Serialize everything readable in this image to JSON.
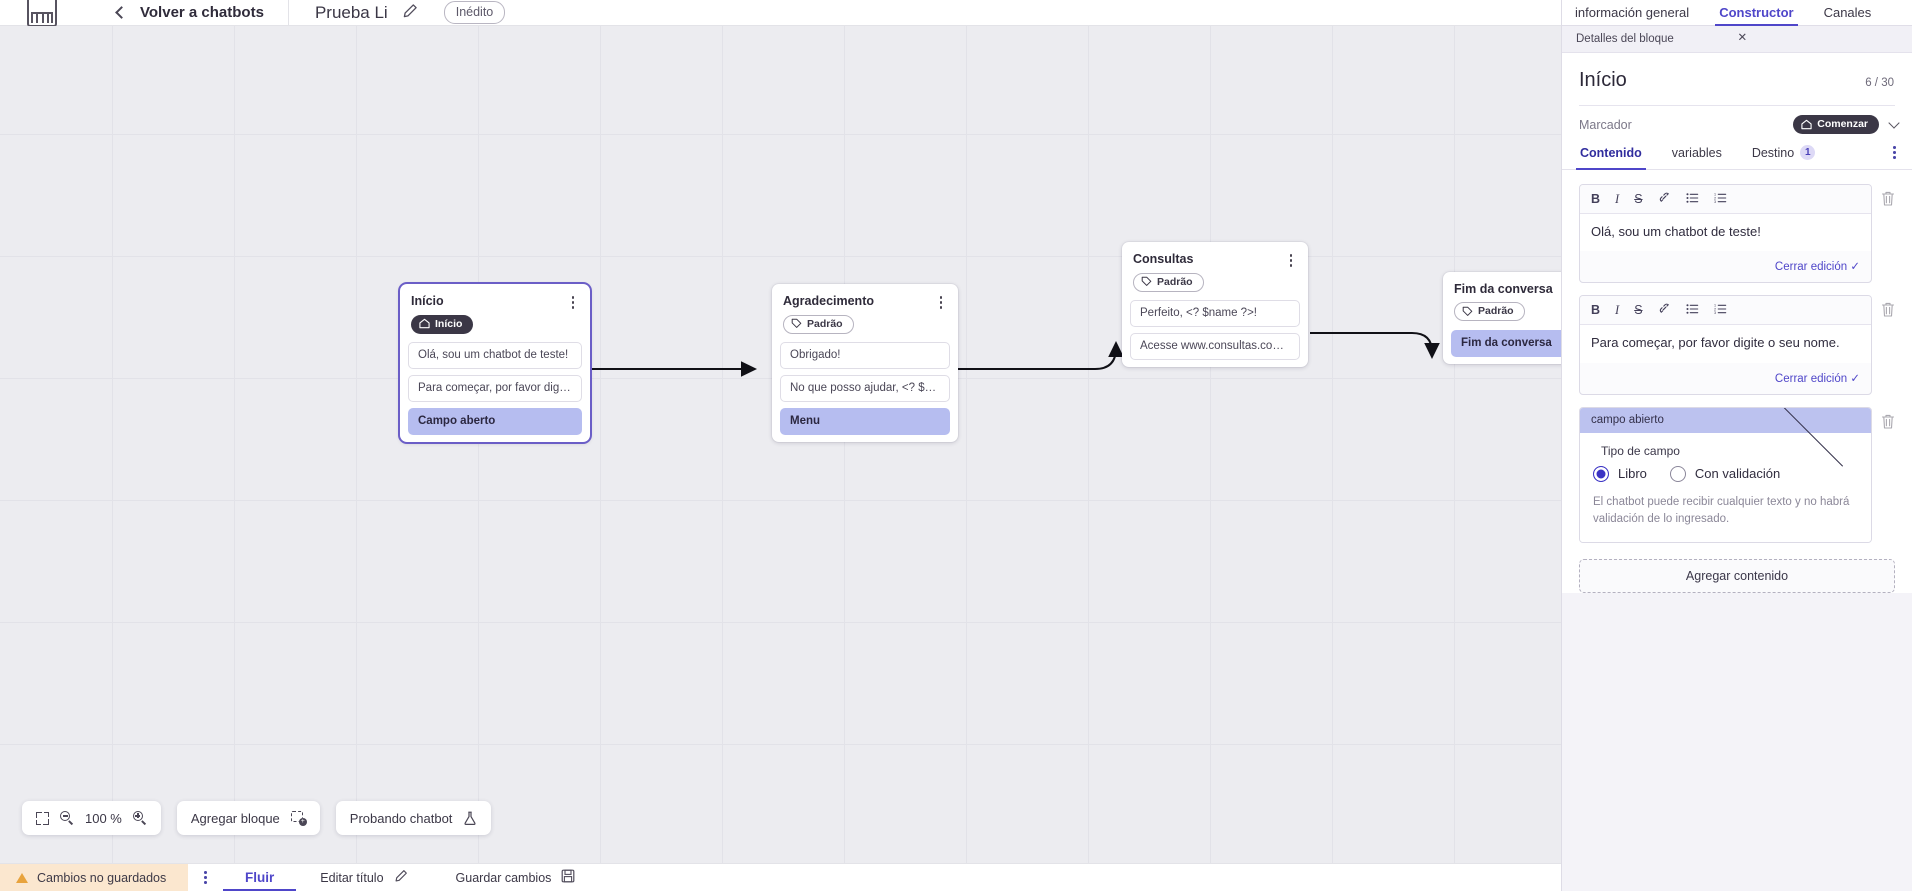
{
  "topbar": {
    "logo_icon": "app-logo-icon",
    "back_chevron_icon": "chevron-left-icon",
    "back_label": "Volver a chatbots",
    "bot_name": "Prueba Li",
    "edit_name_icon": "pencil-icon",
    "status_badge": "Inédito"
  },
  "canvas": {
    "zoom_toolbar": {
      "fit_icon": "fit-screen-icon",
      "zoom_out_icon": "zoom-out-icon",
      "zoom_level": "100 %",
      "zoom_in_icon": "zoom-in-icon",
      "add_block_label": "Agregar bloque",
      "add_block_icon": "add-block-icon",
      "test_bot_label": "Probando chatbot",
      "test_bot_icon": "flask-icon"
    },
    "nodes": [
      {
        "title": "Início",
        "tag": "Início",
        "tag_type": "dark",
        "tag_icon": "home-icon",
        "selected": true,
        "rows": [
          {
            "text": "Olá, sou um chatbot de teste!",
            "highlight": false
          },
          {
            "text": "Para começar, por favor digite o ...",
            "highlight": false
          },
          {
            "text": "Campo aberto",
            "highlight": true
          }
        ]
      },
      {
        "title": "Agradecimento",
        "tag": "Padrão",
        "tag_type": "light",
        "tag_icon": "tag-icon",
        "selected": false,
        "rows": [
          {
            "text": "Obrigado!",
            "highlight": false
          },
          {
            "text": "No que posso ajudar, <? $name ...",
            "highlight": false
          },
          {
            "text": "Menu",
            "highlight": true
          }
        ]
      },
      {
        "title": "Consultas",
        "tag": "Padrão",
        "tag_type": "light",
        "tag_icon": "tag-icon",
        "selected": false,
        "rows": [
          {
            "text": "Perfeito, <? $name ?>!",
            "highlight": false
          },
          {
            "text": "Acesse www.consultas.com par...",
            "highlight": false
          }
        ]
      },
      {
        "title": "Fim da conversa",
        "tag": "Padrão",
        "tag_type": "light",
        "tag_icon": "tag-icon",
        "selected": false,
        "rows": [
          {
            "text": "Fim da conversa",
            "highlight": true
          }
        ]
      }
    ]
  },
  "panel": {
    "tabs": [
      {
        "label": "información general",
        "active": false
      },
      {
        "label": "Constructor",
        "active": true
      },
      {
        "label": "Canales",
        "active": false
      }
    ],
    "subheader": "Detalles del bloque",
    "close_icon": "close-icon",
    "block_title": "Início",
    "block_count": "6 / 30",
    "marcador_label": "Marcador",
    "marcador_badge": "Comenzar",
    "marcador_badge_icon": "home-icon",
    "marcador_chevron_icon": "chevron-down-icon",
    "content_tabs": [
      {
        "label": "Contenido",
        "active": true,
        "badge": ""
      },
      {
        "label": "variables",
        "active": false,
        "badge": ""
      },
      {
        "label": "Destino",
        "active": false,
        "badge": "1"
      }
    ],
    "more_icon": "kebab-menu-icon",
    "editors": [
      {
        "toolbar": [
          "B",
          "I",
          "S",
          "link-icon",
          "bullet-list-icon",
          "numbered-list-icon"
        ],
        "text": "Olá, sou um chatbot de teste!",
        "close_edit": "Cerrar edición",
        "delete_icon": "trash-icon"
      },
      {
        "toolbar": [
          "B",
          "I",
          "S",
          "link-icon",
          "bullet-list-icon",
          "numbered-list-icon"
        ],
        "text": "Para começar, por favor digite o seu nome.",
        "close_edit": "Cerrar edición",
        "delete_icon": "trash-icon"
      }
    ],
    "field_block": {
      "header": "campo abierto",
      "collapse_icon": "chevron-up-icon",
      "delete_icon": "trash-icon",
      "subtitle": "Tipo de campo",
      "options": [
        {
          "label": "Libro",
          "selected": true
        },
        {
          "label": "Con validación",
          "selected": false
        }
      ],
      "note": "El chatbot puede recibir cualquier texto y no habrá validación de lo ingresado."
    },
    "add_content_label": "Agregar contenido"
  },
  "statusbar": {
    "warning_icon": "warning-triangle-icon",
    "unsaved_label": "Cambios no guardados",
    "kebab_icon": "kebab-menu-icon",
    "flow_tab": "Fluir",
    "edit_title_label": "Editar título",
    "edit_title_icon": "pencil-icon",
    "save_label": "Guardar cambios",
    "save_icon": "save-disk-icon"
  },
  "colors": {
    "accent": "#4f46c9",
    "highlight_row": "#b6bdf0",
    "warning_bg": "#fbe7cf",
    "canvas_bg": "#ececf0"
  }
}
